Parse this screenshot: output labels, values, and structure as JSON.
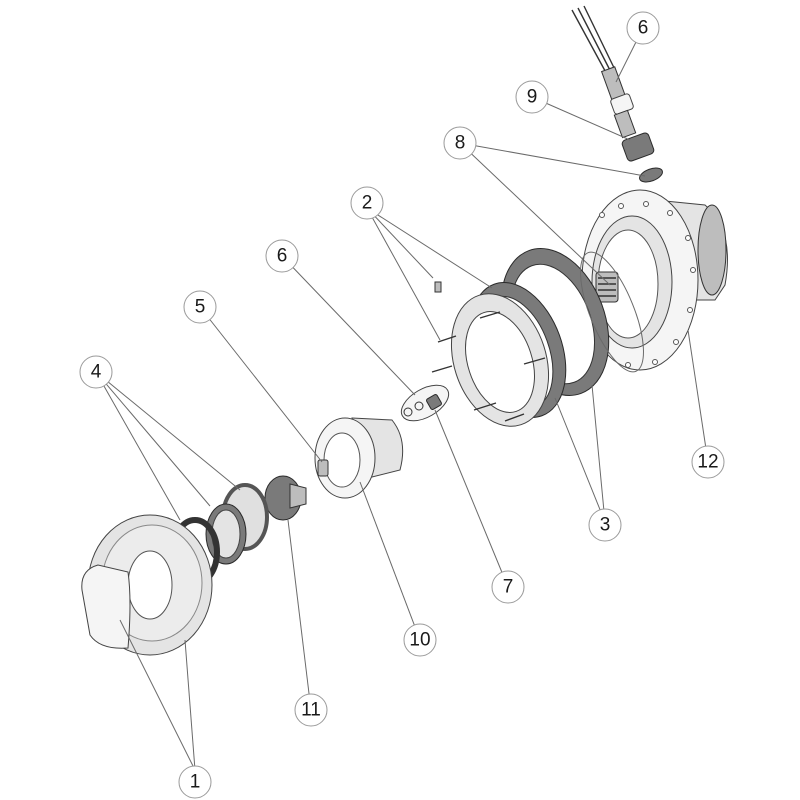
{
  "callouts": [
    {
      "id": "c1",
      "label": "1"
    },
    {
      "id": "c2",
      "label": "2"
    },
    {
      "id": "c3",
      "label": "3"
    },
    {
      "id": "c4",
      "label": "4"
    },
    {
      "id": "c5",
      "label": "5"
    },
    {
      "id": "c6a",
      "label": "6"
    },
    {
      "id": "c6b",
      "label": "6"
    },
    {
      "id": "c7",
      "label": "7"
    },
    {
      "id": "c8",
      "label": "8"
    },
    {
      "id": "c9",
      "label": "9"
    },
    {
      "id": "c10",
      "label": "10"
    },
    {
      "id": "c11",
      "label": "11"
    },
    {
      "id": "c12",
      "label": "12"
    }
  ],
  "parts": {
    "front_cover": "part-1",
    "screws": "part-2",
    "gaskets": "part-3",
    "seal_set": "part-4",
    "cable_clip": "part-5",
    "cable_gland": "part-6",
    "gland_nut": "part-7",
    "washer": "part-8",
    "gland_body": "part-9",
    "lamp_holder": "part-10",
    "lamp": "part-11",
    "housing": "part-12"
  },
  "colors": {
    "line": "#6a6a6a",
    "part_light": "#e4e4e4",
    "part_mid": "#bdbdbd",
    "part_dark": "#7a7a7a"
  }
}
